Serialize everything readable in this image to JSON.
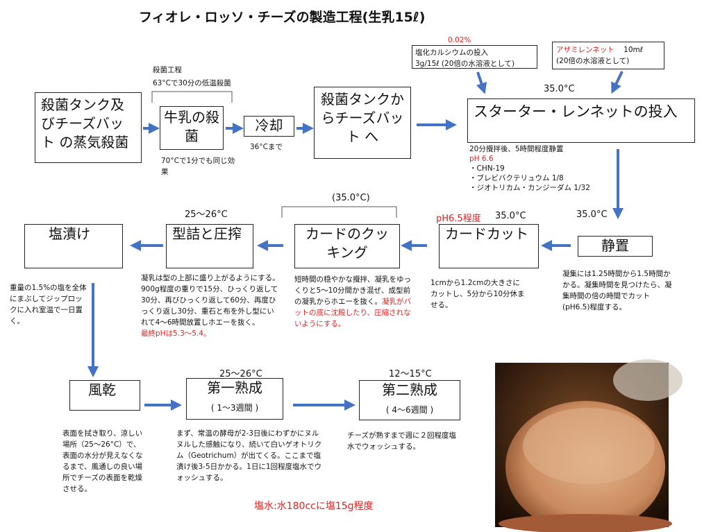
{
  "title": "フィオレ・ロッソ・チーズの製造工程(生乳15ℓ)",
  "colors": {
    "arrow": "#4472c4",
    "red": "#e02020"
  },
  "steps": {
    "vat": "殺菌タンク及びチーズバット の蒸気殺菌",
    "pasteurize_header": "殺菌工程",
    "pasteurize_note": "63°Cで30分の低温殺菌",
    "milk": "牛乳の殺菌",
    "milk_note": "70°Cで1分でも同じ効果",
    "cool": "冷却",
    "cool_note": "36°Cまで",
    "transfer": "殺菌タンクからチーズバット へ",
    "calcium_pct": "0.02%",
    "calcium_1": "塩化カルシウムの投入",
    "calcium_2": "3g/15ℓ (20倍の水溶液として)",
    "rennet_name": "アザミレンネット",
    "rennet_amt": "10mℓ",
    "rennet_2": "(20倍の水溶液として)",
    "temp_starter": "35.0°C",
    "starter": "スターター・レンネットの投入",
    "starter_note1": "20分攪拌後、5時間程度静置",
    "starter_ph": "pH 6.6",
    "starter_note2": "・CHN-19",
    "starter_note3": "・ブレビバクテリュウム 1/8",
    "starter_note4": "・ジオトリカム・カンジーダム 1/32",
    "temp_rest": "35.0°C",
    "rest": "静置",
    "rest_note": "凝集には1.25時間から1.5時間かかる。凝集時間を見つけたら、凝集時間の倍の時間でカット(pH6.5)程度する。",
    "cut_ph": "pH6.5程度",
    "temp_cut": "35.0°C",
    "cut": "カードカット",
    "cut_note": "1cmから1.2cmの大きさにカットし、5分から10分休ませる。",
    "temp_cook": "(35.0°C)",
    "cook": "カードのクッキング",
    "cook_note": "短時間の穏やかな攪拌、凝乳をゆっくりと5〜10分間かき混ぜ、成型前の凝乳からホエーを抜く。",
    "cook_note_red": "凝乳がバットの底に沈殿したり、圧縮されないようにする。",
    "temp_press": "25〜26°C",
    "press": "型詰と圧搾",
    "press_note": "凝乳は型の上部に盛り上がるようにする。900g程度の重りで15分、ひっくり返して30分、再びひっくり返して60分、再度ひっくり返し30分、重石と布を外し型にいれて4〜6時間放置しホエーを抜く。",
    "press_ph": "最終pHは5.3〜5.4。",
    "salt": "塩漬け",
    "salt_note": "重量の1.5%の塩を全体にまぶしてジップロックに入れ室温で一日置く。",
    "dry": "風乾",
    "dry_note": "表面を拭き取り、涼しい場所（25〜26°C）で、表面の水分が見えなくなるまで、風通しの良い場所でチーズの表面を乾燥させる。",
    "temp_ripen1": "25〜26°C",
    "ripen1": "第一熟成",
    "ripen1_weeks": "( 1〜3週間 )",
    "ripen1_note": "まず、常温の酵母が2-3日後にわずかにヌルヌルした感触になり、続いて白いゲオトリクム（Geotrichum）が出てくる。ここまで塩漬け後3-5日かかる。1日に1回程度塩水でウォッシュする。",
    "temp_ripen2": "12〜15°C",
    "ripen2": "第二熟成",
    "ripen2_weeks": "( 4〜6週間 )",
    "ripen2_note": "チーズが熟すまで週に２回程度塩水でウォッシュする。",
    "brine": "塩水:水180ccに塩15g程度"
  }
}
